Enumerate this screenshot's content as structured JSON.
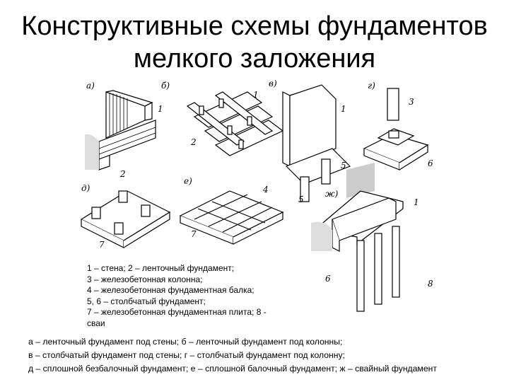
{
  "slide": {
    "title_line1": "Конструктивные схемы фундаментов",
    "title_line2": "мелкого заложения"
  },
  "figure": {
    "panel_labels": [
      "а)",
      "б)",
      "в)",
      "г)",
      "д)",
      "е)",
      "ж)"
    ],
    "callouts": [
      "1",
      "2",
      "1",
      "2",
      "1",
      "3",
      "4",
      "5",
      "5",
      "6",
      "7",
      "7",
      "1",
      "6",
      "8"
    ]
  },
  "legend": {
    "lines": [
      "1 – стена; 2 – ленточный фундамент;",
      "3 – железобетонная колонна;",
      "4 – железобетонная фундаментная балка;",
      "5, 6 – столбчатый фундамент;",
      "7 – железобетонная фундаментная плита; 8 -",
      "сваи"
    ]
  },
  "captions": {
    "lines": [
      "а – ленточный фундамент под стены; б – ленточный фундамент под колонны;",
      "в – столбчатый фундамент под стены; г – столбчатый фундамент под колонну;",
      "д – сплошной безбалочный фундамент; е – сплошной балочный фундамент; ж – свайный фундамент"
    ]
  }
}
